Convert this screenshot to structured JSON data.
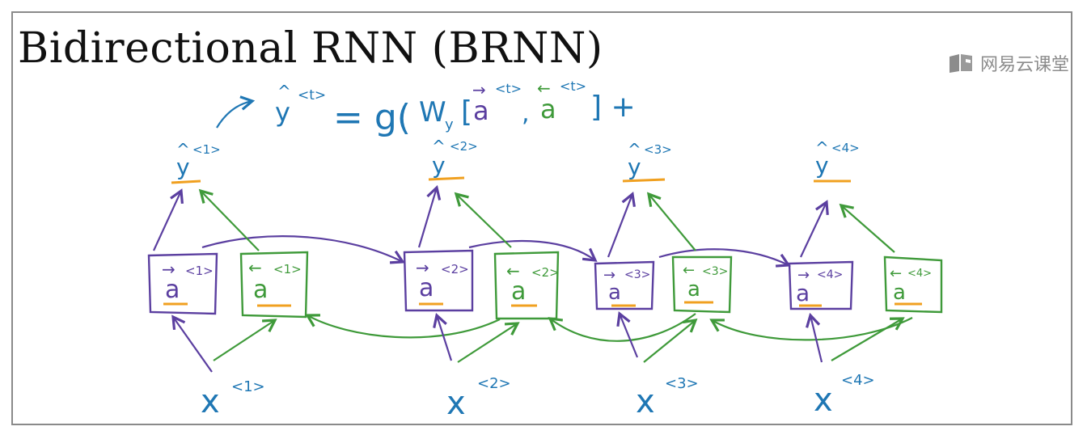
{
  "title": "Bidirectional RNN (BRNN)",
  "watermark": {
    "text": "网易云课堂",
    "icon": "book-logo-icon"
  },
  "colors": {
    "forward": "#5b3fa0",
    "backward": "#3f9a3a",
    "ink": "#1f77b4",
    "underline": "#f0a020"
  },
  "equation": {
    "lhs_hat": "^",
    "lhs_var": "y",
    "lhs_sup": "<t>",
    "equals_g": "= g(",
    "W": "W",
    "W_sub": "y",
    "bracket_open": "[",
    "fwd_arrow": "→",
    "fwd_var": "a",
    "fwd_sup": "<t>",
    "comma": ",",
    "bwd_arrow": "←",
    "bwd_var": "a",
    "bwd_sup": "<t>",
    "bracket_close": "] +"
  },
  "timesteps": [
    {
      "y_hat": "^",
      "y": "y",
      "y_sup": "<1>",
      "fwd_arrow": "→",
      "fwd_var": "a",
      "fwd_sup": "<1>",
      "bwd_arrow": "←",
      "bwd_var": "a",
      "bwd_sup": "<1>",
      "x": "x",
      "x_sup": "<1>"
    },
    {
      "y_hat": "^",
      "y": "y",
      "y_sup": "<2>",
      "fwd_arrow": "→",
      "fwd_var": "a",
      "fwd_sup": "<2>",
      "bwd_arrow": "←",
      "bwd_var": "a",
      "bwd_sup": "<2>",
      "x": "x",
      "x_sup": "<2>"
    },
    {
      "y_hat": "^",
      "y": "y",
      "y_sup": "<3>",
      "fwd_arrow": "→",
      "fwd_var": "a",
      "fwd_sup": "<3>",
      "bwd_arrow": "←",
      "bwd_var": "a",
      "bwd_sup": "<3>",
      "x": "x",
      "x_sup": "<3>"
    },
    {
      "y_hat": "^",
      "y": "y",
      "y_sup": "<4>",
      "fwd_arrow": "→",
      "fwd_var": "a",
      "fwd_sup": "<4>",
      "bwd_arrow": "←",
      "bwd_var": "a",
      "bwd_sup": "<4>",
      "x": "x",
      "x_sup": "<4>"
    }
  ]
}
